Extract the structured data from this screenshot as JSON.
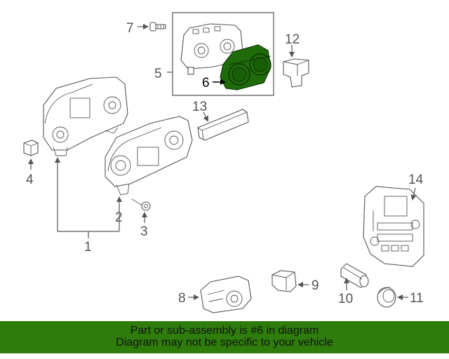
{
  "callouts": {
    "c1": "1",
    "c2": "2",
    "c3": "3",
    "c4": "4",
    "c5": "5",
    "c6": "6",
    "c7": "7",
    "c8": "8",
    "c9": "9",
    "c10": "10",
    "c11": "11",
    "c12": "12",
    "c13": "13",
    "c14": "14"
  },
  "banner": {
    "line1": "Part or sub-assembly is #6 in diagram",
    "line2": "Diagram may not be specific to your vehicle"
  },
  "colors": {
    "highlight": "#1f6b0a",
    "banner_bg": "#2e7d0c",
    "line": "#555555"
  }
}
